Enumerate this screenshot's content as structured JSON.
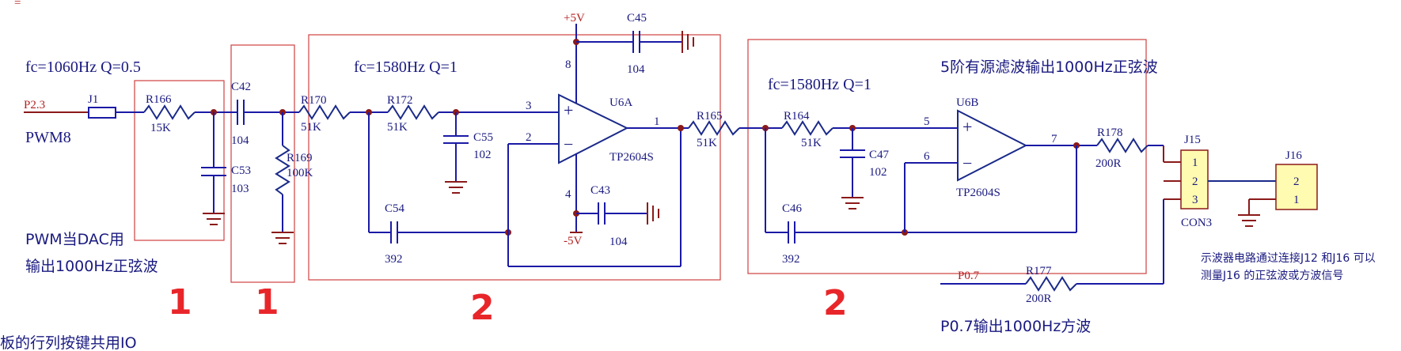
{
  "labels": {
    "fc1": "fc=1060Hz Q=0.5",
    "fc2": "fc=1580Hz Q=1",
    "fc3": "fc=1580Hz Q=1",
    "title5": "5阶有源滤波输出1000Hz正弦波",
    "p23": "P2.3",
    "pwm8": "PWM8",
    "pwm_dac": "PWM当DAC用",
    "out_sine": "输出1000Hz正弦波",
    "bottom_left": "板的行列按键共用IO",
    "p07": "P0.7",
    "p07_out": "P0.7输出1000Hz方波",
    "scope_note_1": "示波器电路通过连接J12 和J16 可以",
    "scope_note_2": "测量J16 的正弦波或方波信号",
    "plus5v": "+5V",
    "minus5v": "-5V",
    "con3": "CON3"
  },
  "components": {
    "J1": "J1",
    "R166": "R166",
    "R166_val": "15K",
    "C42": "C42",
    "C42_val": "104",
    "C53": "C53",
    "C53_val": "103",
    "R169": "R169",
    "R169_val": "100K",
    "R170": "R170",
    "R170_val": "51K",
    "R172": "R172",
    "R172_val": "51K",
    "C55": "C55",
    "C55_val": "102",
    "C54": "C54",
    "C54_val": "392",
    "C45": "C45",
    "C45_val": "104",
    "C43": "C43",
    "C43_val": "104",
    "U6A": "U6A",
    "U6A_part": "TP2604S",
    "R165": "R165",
    "R165_val": "51K",
    "R164": "R164",
    "R164_val": "51K",
    "C47": "C47",
    "C47_val": "102",
    "C46": "C46",
    "C46_val": "392",
    "U6B": "U6B",
    "U6B_part": "TP2604S",
    "R178": "R178",
    "R178_val": "200R",
    "R177": "R177",
    "R177_val": "200R",
    "J15": "J15",
    "J16": "J16"
  },
  "pins": {
    "u6a_3": "3",
    "u6a_2": "2",
    "u6a_1": "1",
    "u6a_8": "8",
    "u6a_4": "4",
    "u6b_5": "5",
    "u6b_6": "6",
    "u6b_7": "7",
    "j15_1": "1",
    "j15_2": "2",
    "j15_3": "3",
    "j16_2": "2",
    "j16_1": "1",
    "plus": "+",
    "minus": "−"
  },
  "annotations": {
    "hand1": "1",
    "hand2": "1",
    "hand3": "2",
    "hand4": "2",
    "corner": "="
  }
}
